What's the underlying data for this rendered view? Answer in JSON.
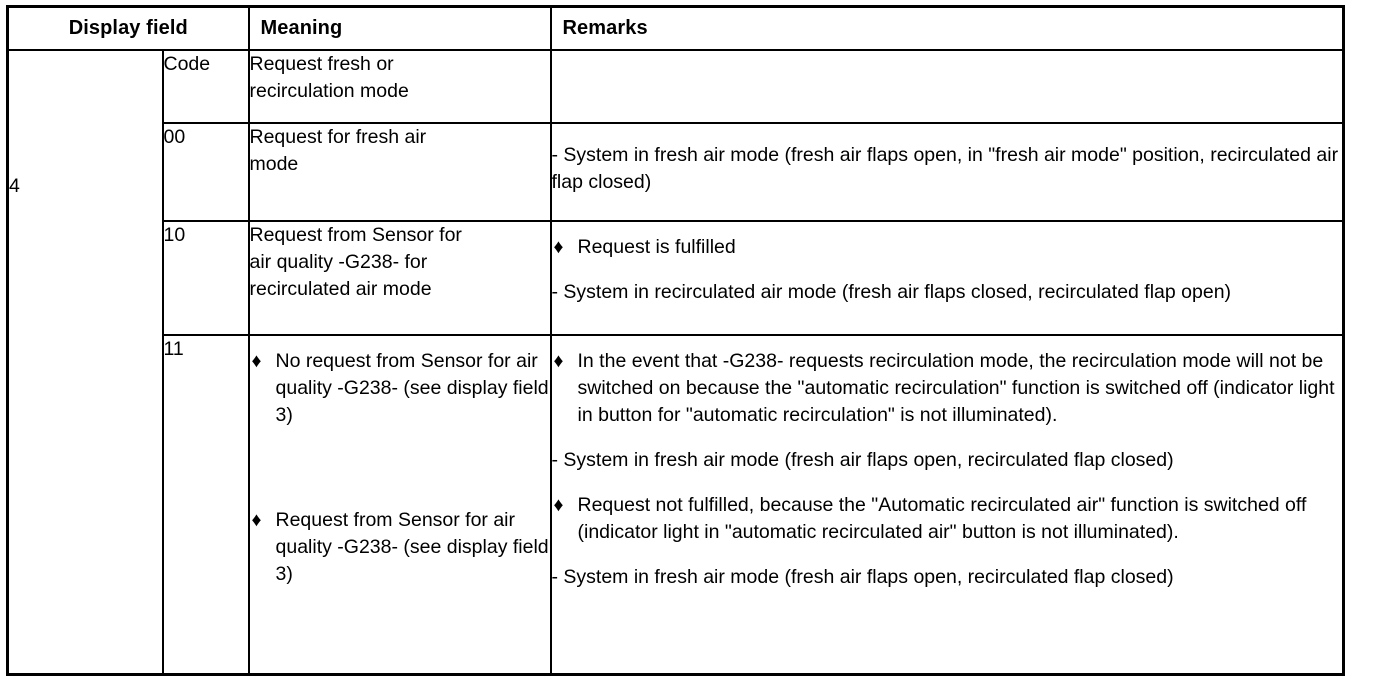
{
  "table": {
    "headers": {
      "display_field": "Display field",
      "meaning": "Meaning",
      "remarks": "Remarks"
    },
    "field_number": "4",
    "bullet_glyph": "♦",
    "rows": [
      {
        "code": "Code",
        "meaning_lines": [
          "Request fresh or",
          "recirculation mode"
        ],
        "remarks": []
      },
      {
        "code": "00",
        "meaning_lines": [
          "Request for fresh air",
          "mode"
        ],
        "remarks": [
          {
            "type": "dash",
            "text": "- System in fresh air mode (fresh air flaps open, in \"fresh air mode\" position, recirculated air flap closed)"
          }
        ]
      },
      {
        "code": "10",
        "meaning_lines": [
          "Request from Sensor for",
          "air quality -G238- for",
          "recirculated air mode"
        ],
        "remarks": [
          {
            "type": "bullet",
            "text": "Request is fulfilled"
          },
          {
            "type": "dash",
            "text": "- System in recirculated air mode (fresh air flaps closed, recirculated flap open)"
          }
        ]
      },
      {
        "code": "11",
        "meaning_blocks": [
          {
            "type": "bullet",
            "text": "No request from Sensor for air quality -G238- (see display field 3)"
          },
          {
            "type": "bullet",
            "text": "Request from Sensor for air quality -G238- (see display field 3)"
          }
        ],
        "remarks": [
          {
            "type": "bullet",
            "text": "In the event that -G238- requests recirculation mode, the recirculation mode will not be switched on because the \"automatic recirculation\" function is switched off (indicator light in button for \"automatic recirculation\" is not illuminated)."
          },
          {
            "type": "dash",
            "text": "- System in fresh air mode (fresh air flaps open, recirculated flap closed)"
          },
          {
            "type": "bullet",
            "text": "Request not fulfilled, because the \"Automatic recirculated air\" function is switched off (indicator light in \"automatic recirculated air\" button is not illuminated)."
          },
          {
            "type": "dash",
            "text": "- System in fresh air mode (fresh air flaps open, recirculated flap closed)"
          }
        ]
      }
    ]
  }
}
